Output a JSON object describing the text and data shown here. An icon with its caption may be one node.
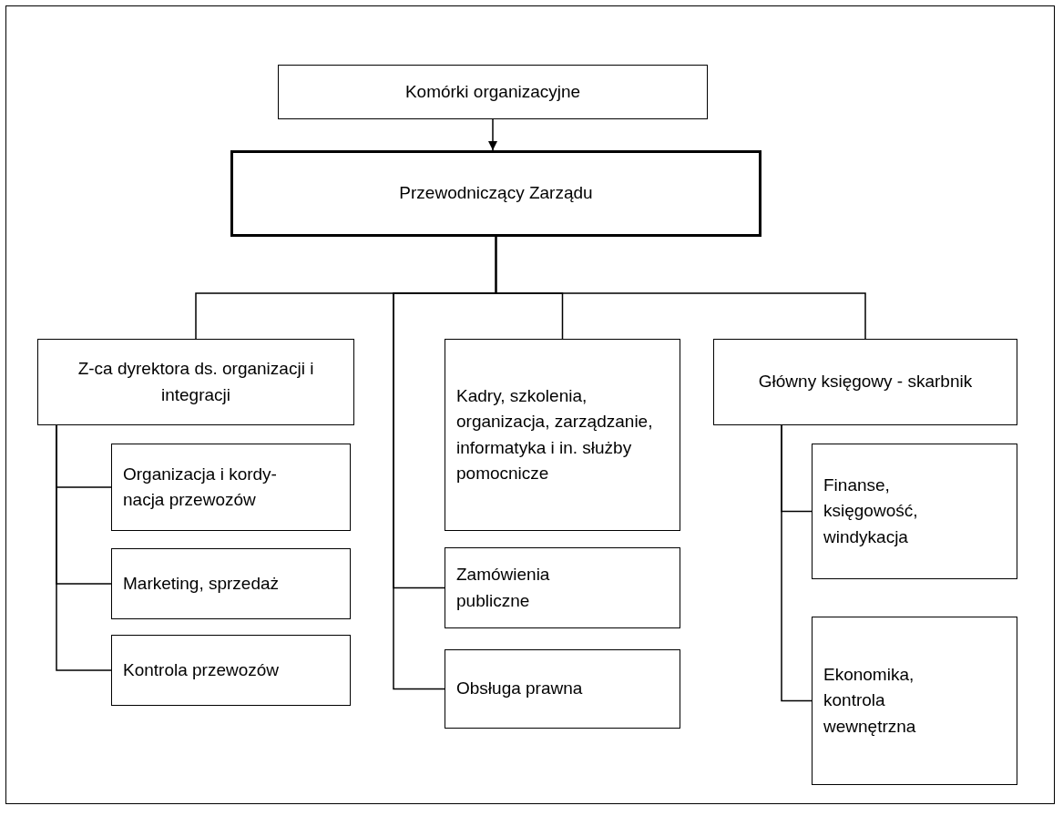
{
  "diagram": {
    "nodes": [
      {
        "text": [
          "Komórki organizacyjne"
        ]
      },
      {
        "text": [
          "Przewodniczący Zarządu"
        ]
      },
      {
        "text": [
          "Z-ca dyrektora ds. organizacji i integracji"
        ]
      },
      {
        "text": [
          "Organizacja i kordy-nacja przewozów"
        ]
      },
      {
        "text": [
          "Marketing, sprzedaż"
        ]
      },
      {
        "text": [
          "Kontrola przewozów"
        ]
      },
      {
        "text": [
          "Kadry, szkolenia, organizacja, zarządzanie, informatyka i in. służby pomocnicze"
        ]
      },
      {
        "text": [
          "Zamówienia publiczne"
        ]
      },
      {
        "text": [
          "Obsługa prawna"
        ]
      },
      {
        "text": [
          "Główny księgowy - skarbnik"
        ]
      },
      {
        "text": [
          "Finanse, księgowość, windykacja"
        ]
      },
      {
        "text": [
          "Ekonomika, kontrola wewnętrzna"
        ]
      }
    ],
    "edges": [
      {
        "from": 0,
        "to": 1,
        "arrow": "to"
      },
      {
        "from": 1,
        "to": 2,
        "arrow": "none"
      },
      {
        "from": 1,
        "to": 6,
        "arrow": "none"
      },
      {
        "from": 1,
        "to": 7,
        "arrow": "none"
      },
      {
        "from": 1,
        "to": 8,
        "arrow": "none"
      },
      {
        "from": 1,
        "to": 9,
        "arrow": "none"
      },
      {
        "from": 2,
        "to": 3,
        "arrow": "none"
      },
      {
        "from": 2,
        "to": 4,
        "arrow": "none"
      },
      {
        "from": 2,
        "to": 5,
        "arrow": "none"
      },
      {
        "from": 9,
        "to": 10,
        "arrow": "none"
      },
      {
        "from": 9,
        "to": 11,
        "arrow": "none"
      }
    ]
  }
}
